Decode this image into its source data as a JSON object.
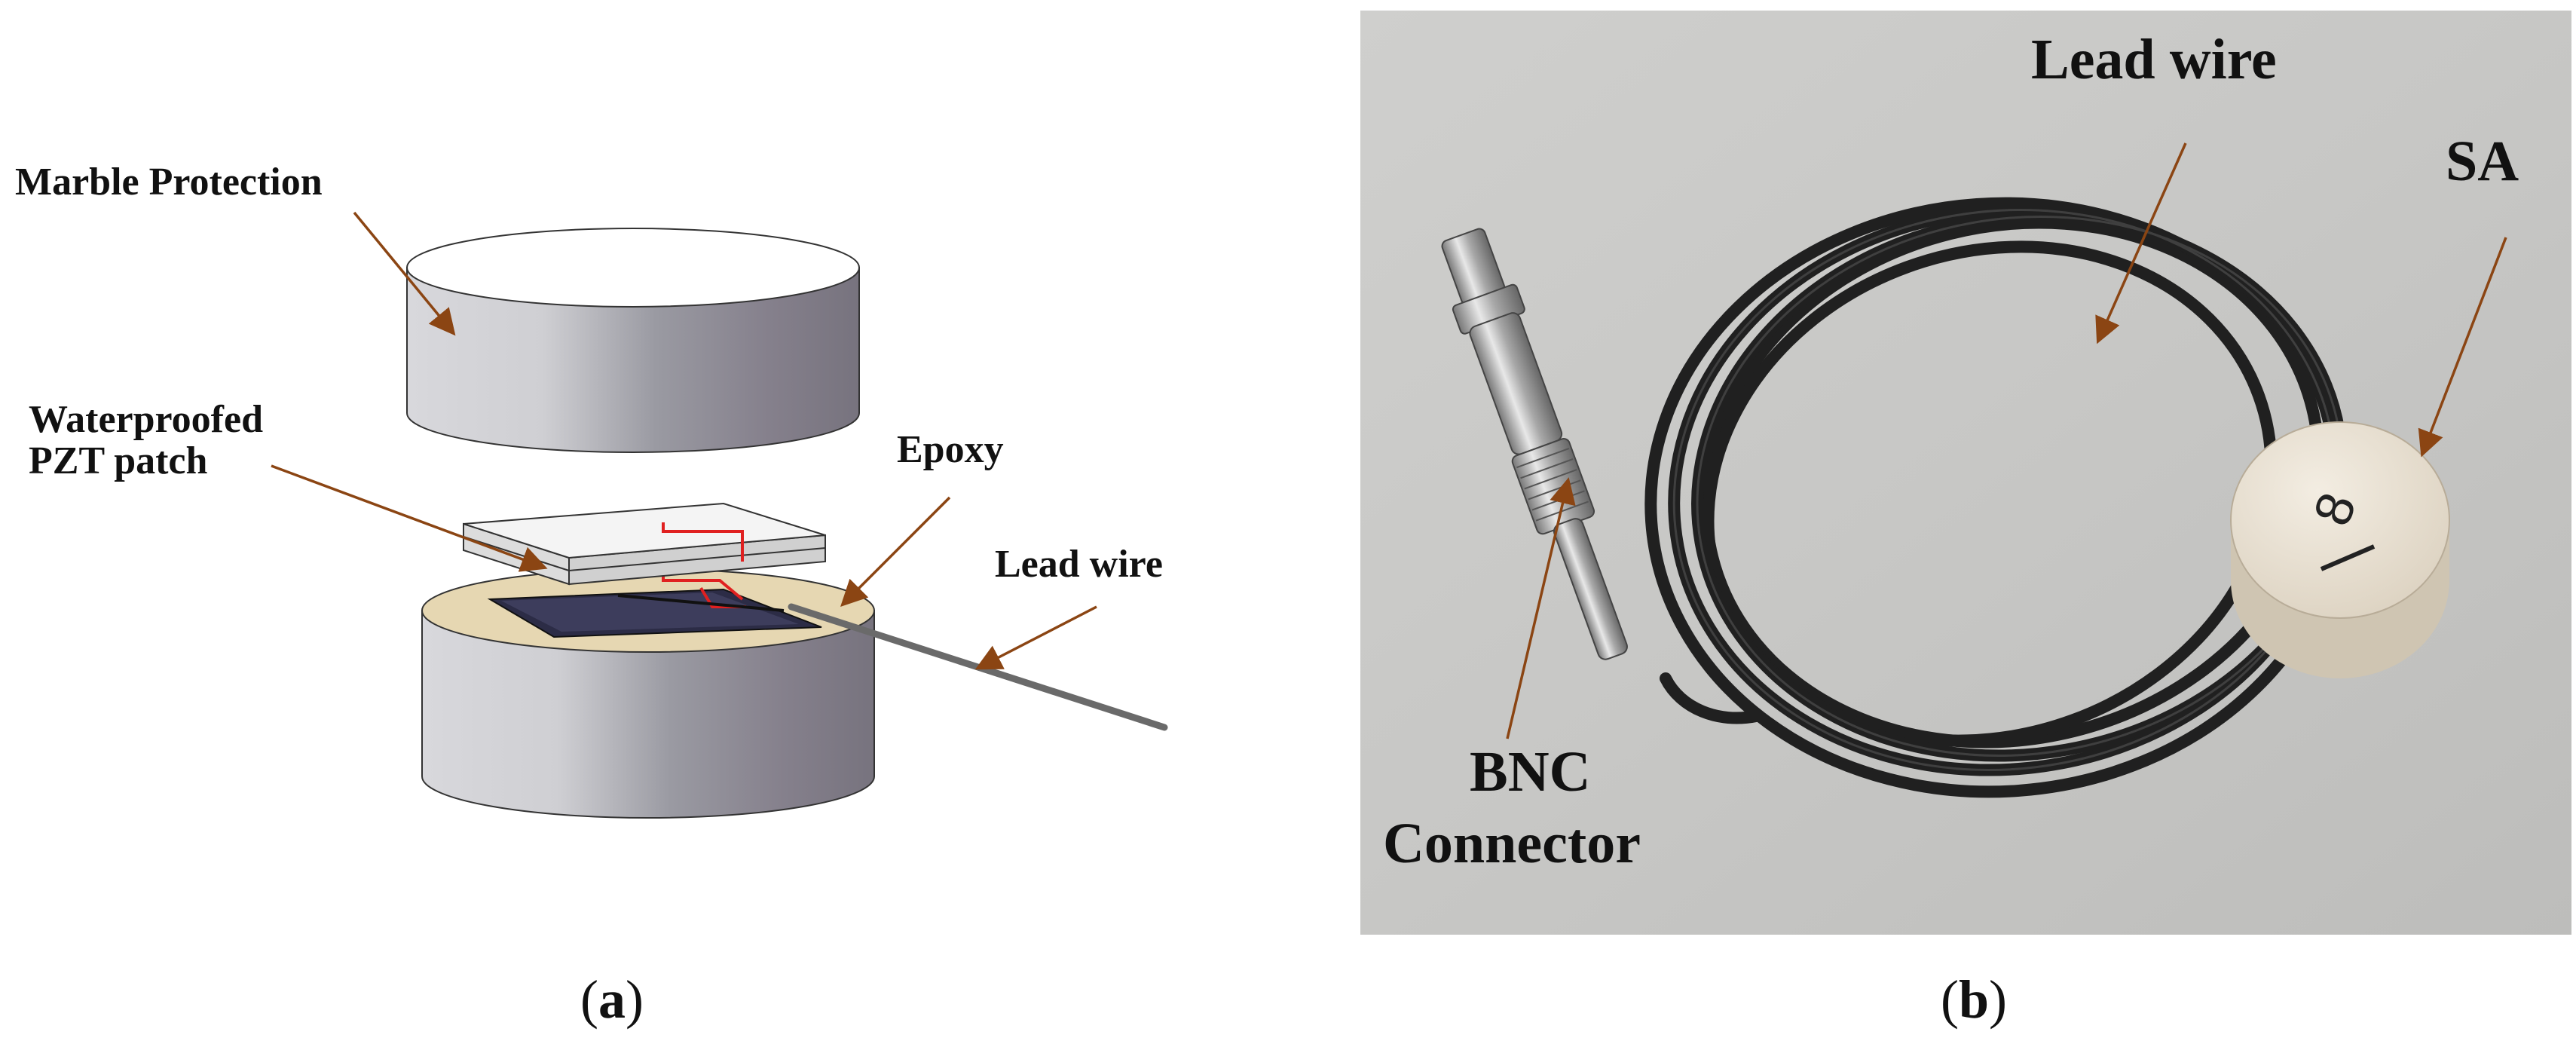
{
  "panel_a": {
    "caption_letter": "a",
    "labels": {
      "marble_protection": "Marble  Protection",
      "waterproofed_line1": "Waterproofed",
      "waterproofed_line2": "PZT patch",
      "epoxy": "Epoxy",
      "lead_wire": "Lead wire"
    }
  },
  "panel_b": {
    "caption_letter": "b",
    "labels": {
      "lead_wire": "Lead wire",
      "sa": "SA",
      "bnc_line1": "BNC",
      "bnc_line2": "Connector"
    },
    "sa_marking": "8"
  },
  "colors": {
    "arrow": "#8B4513",
    "pzt_red": "#e02020",
    "cable": "#222222",
    "photo_bg": "#c9c9c7",
    "epoxy_fill": "#e6d7b2"
  }
}
